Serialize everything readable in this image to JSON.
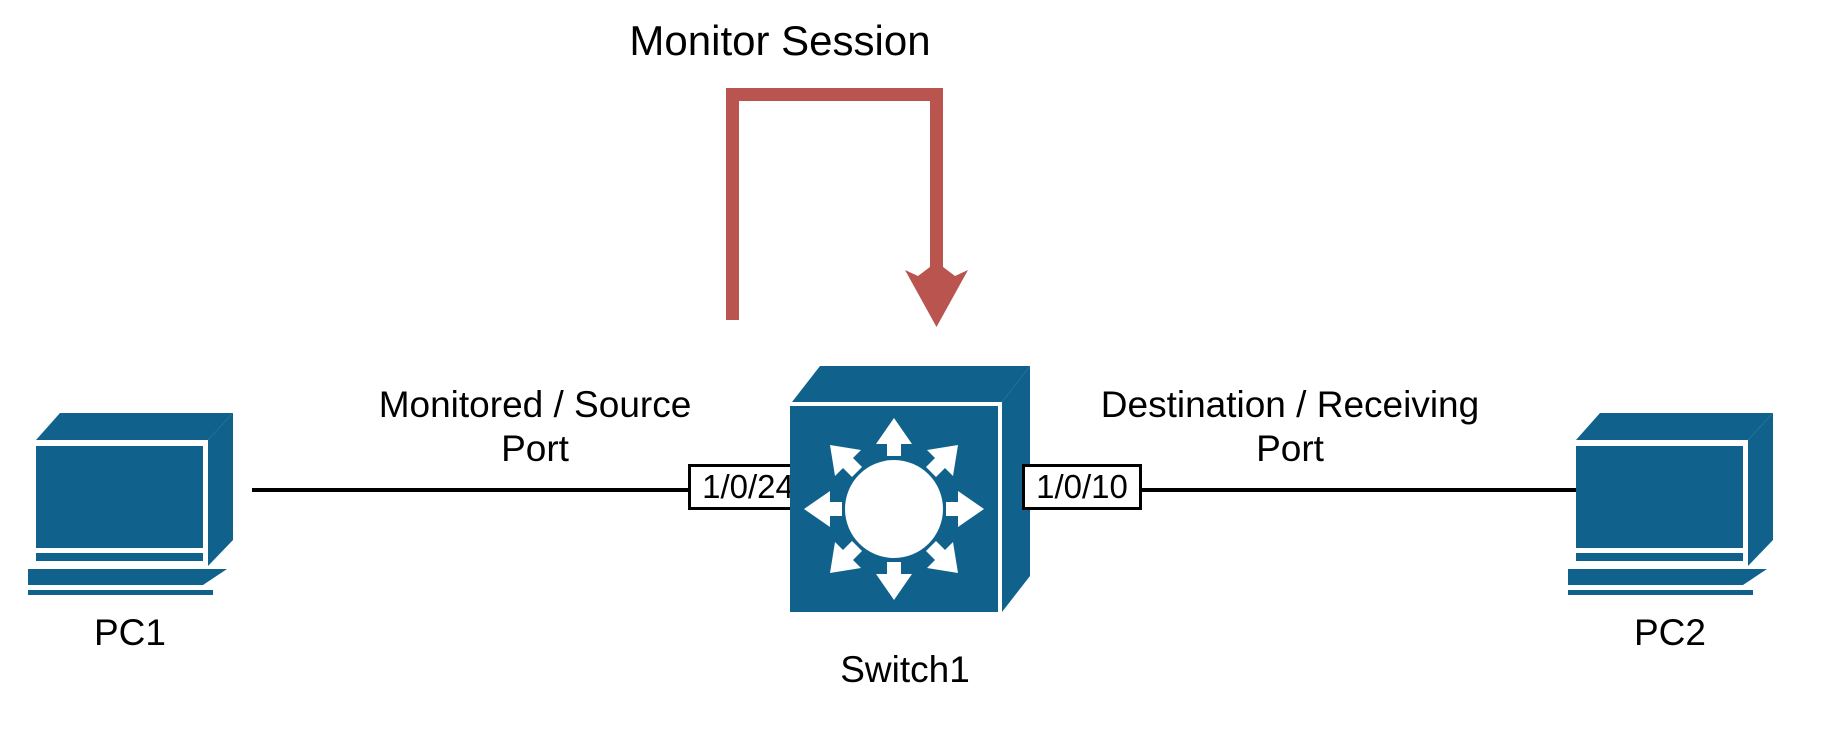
{
  "diagram": {
    "title": "Monitor Session",
    "accent_color": "#b9544f",
    "device_color": "#10628d",
    "line_color": "#000000",
    "background": "#ffffff",
    "nodes": [
      {
        "id": "pc1",
        "label": "PC1",
        "icon": "pc-icon"
      },
      {
        "id": "switch1",
        "label": "Switch1",
        "icon": "switch-icon"
      },
      {
        "id": "pc2",
        "label": "PC2",
        "icon": "pc-icon"
      }
    ],
    "annotations": {
      "source_port_label": "Monitored / Source\nPort",
      "destination_port_label": "Destination / Receiving\nPort"
    },
    "ports": {
      "source": "1/0/24",
      "destination": "1/0/10"
    },
    "flow": {
      "name": "Monitor Session",
      "from_port": "1/0/24",
      "to_port": "1/0/10",
      "direction": "source-to-destination"
    }
  }
}
